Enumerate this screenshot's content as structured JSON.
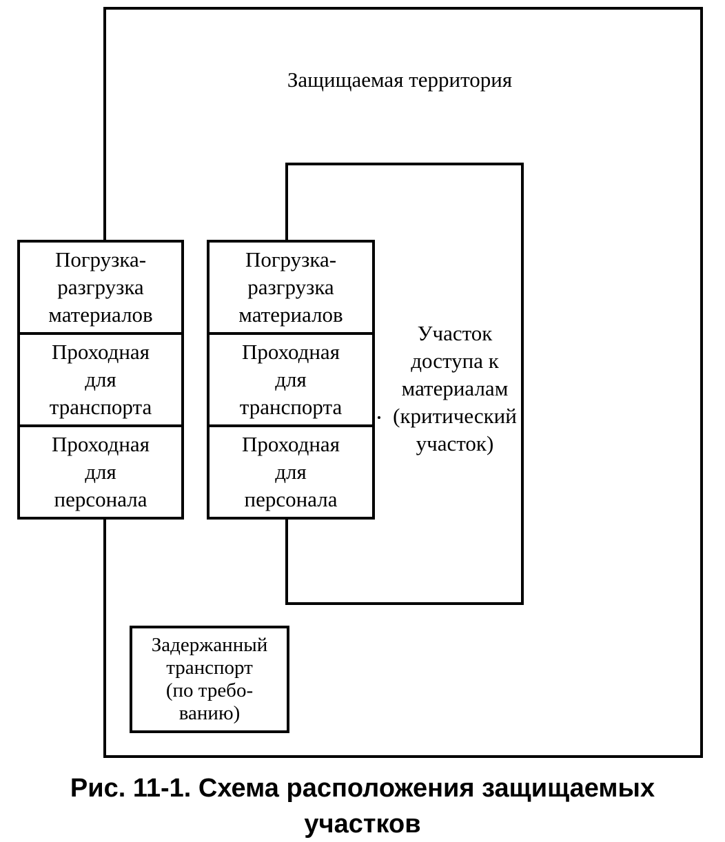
{
  "diagram": {
    "territory_label": "Защищаемая территория",
    "critical_area_label": "Участок\nдоступа к\nматериалам\n(критический\nучасток)",
    "left_checkpoints": [
      {
        "label": "Погрузка-\nразгрузка\nматериалов"
      },
      {
        "label": "Проходная\nдля\nтранспорта"
      },
      {
        "label": "Проходная\nдля\nперсонала"
      }
    ],
    "right_checkpoints": [
      {
        "label": "Погрузка-\nразгрузка\nматериалов"
      },
      {
        "label": "Проходная\nдля\nтранспорта"
      },
      {
        "label": "Проходная\nдля\nперсонала"
      }
    ],
    "held_transport_label": "Задержанный\nтранспорт\n(по требо-\nванию)"
  },
  "caption": "Рис. 11-1. Схема расположения защищаемых\nучастков"
}
